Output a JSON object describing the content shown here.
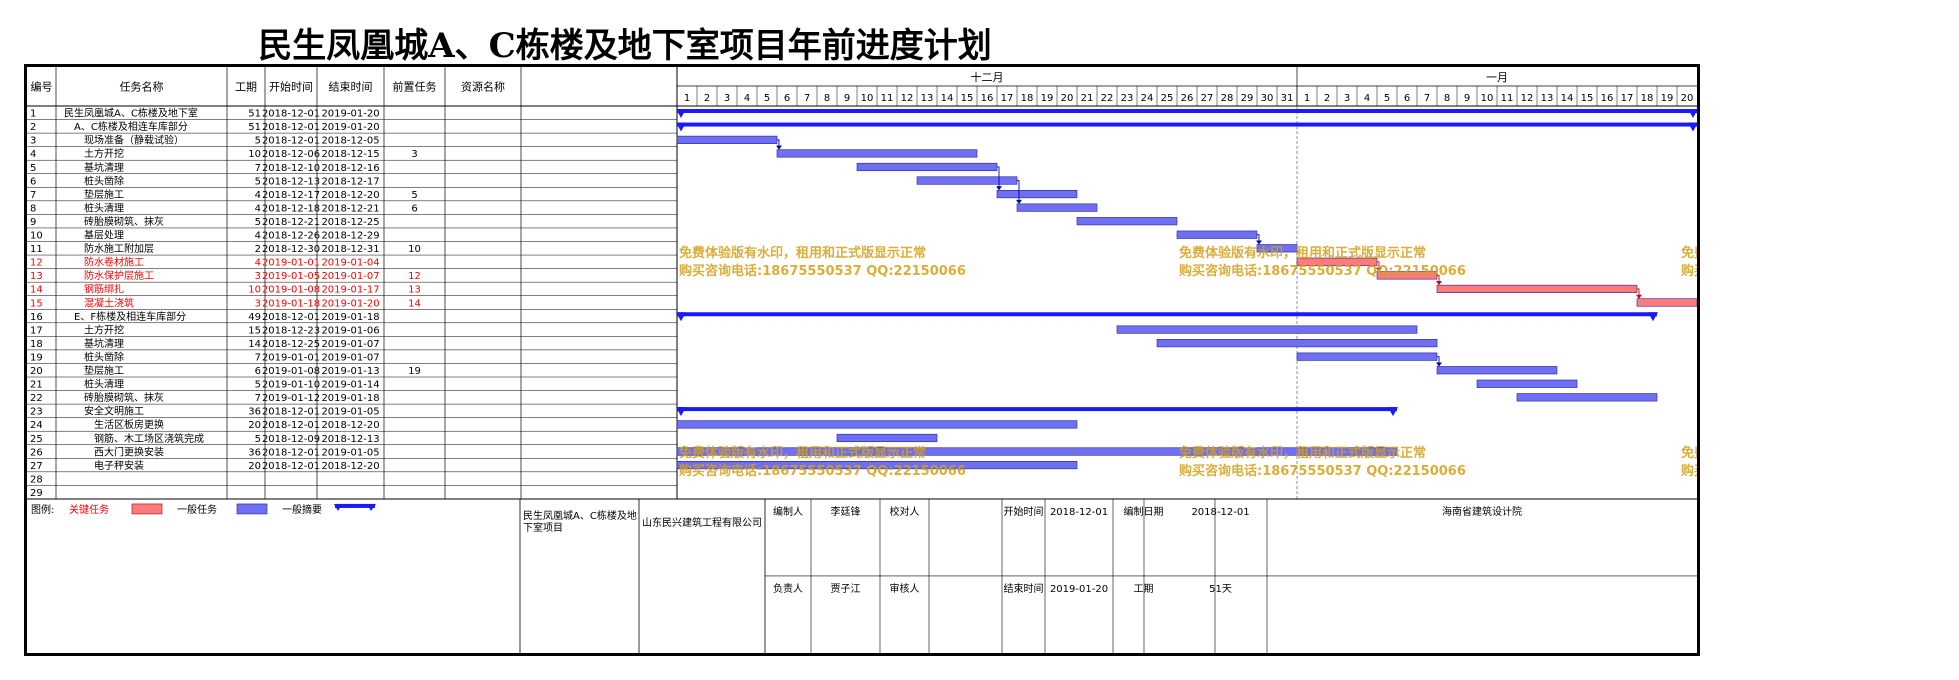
{
  "title": "民生凤凰城A、C栋楼及地下室项目年前进度计划",
  "colors": {
    "critical": "#ff7a7a",
    "normal": "#6f6ff2",
    "summary": "#1a1aff",
    "criticalText": "#ff0000",
    "watermark": "#d4a017"
  },
  "headers": {
    "id": "编号",
    "name": "任务名称",
    "duration": "工期",
    "start": "开始时间",
    "end": "结束时间",
    "pred": "前置任务",
    "resource": "资源名称"
  },
  "months": [
    {
      "label": "十二月",
      "year": 2018,
      "month": 12,
      "days": 31
    },
    {
      "label": "一月",
      "year": 2019,
      "month": 1,
      "days": 20
    }
  ],
  "timeline_start": "2018-12-01",
  "tasks": [
    {
      "id": "1",
      "name": "民生凤凰城A、C栋楼及地下室",
      "indent": 0,
      "duration": "51",
      "start": "2018-12-01",
      "end": "2019-01-20",
      "pred": "",
      "type": "summary"
    },
    {
      "id": "2",
      "name": "A、C栋楼及相连车库部分",
      "indent": 1,
      "duration": "51",
      "start": "2018-12-01",
      "end": "2019-01-20",
      "pred": "",
      "type": "summary"
    },
    {
      "id": "3",
      "name": "现场准备（静载试验）",
      "indent": 2,
      "duration": "5",
      "start": "2018-12-01",
      "end": "2018-12-05",
      "pred": "",
      "type": "normal"
    },
    {
      "id": "4",
      "name": "土方开挖",
      "indent": 2,
      "duration": "10",
      "start": "2018-12-06",
      "end": "2018-12-15",
      "pred": "3",
      "type": "normal"
    },
    {
      "id": "5",
      "name": "基坑清理",
      "indent": 2,
      "duration": "7",
      "start": "2018-12-10",
      "end": "2018-12-16",
      "pred": "",
      "type": "normal"
    },
    {
      "id": "6",
      "name": "桩头凿除",
      "indent": 2,
      "duration": "5",
      "start": "2018-12-13",
      "end": "2018-12-17",
      "pred": "",
      "type": "normal"
    },
    {
      "id": "7",
      "name": "垫层施工",
      "indent": 2,
      "duration": "4",
      "start": "2018-12-17",
      "end": "2018-12-20",
      "pred": "5",
      "type": "normal"
    },
    {
      "id": "8",
      "name": "桩头清理",
      "indent": 2,
      "duration": "4",
      "start": "2018-12-18",
      "end": "2018-12-21",
      "pred": "6",
      "type": "normal"
    },
    {
      "id": "9",
      "name": "砖胎膜砌筑、抹灰",
      "indent": 2,
      "duration": "5",
      "start": "2018-12-21",
      "end": "2018-12-25",
      "pred": "",
      "type": "normal"
    },
    {
      "id": "10",
      "name": "基层处理",
      "indent": 2,
      "duration": "4",
      "start": "2018-12-26",
      "end": "2018-12-29",
      "pred": "",
      "type": "normal"
    },
    {
      "id": "11",
      "name": "防水施工附加层",
      "indent": 2,
      "duration": "2",
      "start": "2018-12-30",
      "end": "2018-12-31",
      "pred": "10",
      "type": "normal"
    },
    {
      "id": "12",
      "name": "防水卷材施工",
      "indent": 2,
      "duration": "4",
      "start": "2019-01-01",
      "end": "2019-01-04",
      "pred": "",
      "type": "critical"
    },
    {
      "id": "13",
      "name": "防水保护层施工",
      "indent": 2,
      "duration": "3",
      "start": "2019-01-05",
      "end": "2019-01-07",
      "pred": "12",
      "type": "critical"
    },
    {
      "id": "14",
      "name": "钢筋绑扎",
      "indent": 2,
      "duration": "10",
      "start": "2019-01-08",
      "end": "2019-01-17",
      "pred": "13",
      "type": "critical"
    },
    {
      "id": "15",
      "name": "混凝土浇筑",
      "indent": 2,
      "duration": "3",
      "start": "2019-01-18",
      "end": "2019-01-20",
      "pred": "14",
      "type": "critical"
    },
    {
      "id": "16",
      "name": "E、F栋楼及相连车库部分",
      "indent": 1,
      "duration": "49",
      "start": "2018-12-01",
      "end": "2019-01-18",
      "pred": "",
      "type": "summary"
    },
    {
      "id": "17",
      "name": "土方开挖",
      "indent": 2,
      "duration": "15",
      "start": "2018-12-23",
      "end": "2019-01-06",
      "pred": "",
      "type": "normal"
    },
    {
      "id": "18",
      "name": "基坑清理",
      "indent": 2,
      "duration": "14",
      "start": "2018-12-25",
      "end": "2019-01-07",
      "pred": "",
      "type": "normal"
    },
    {
      "id": "19",
      "name": "桩头凿除",
      "indent": 2,
      "duration": "7",
      "start": "2019-01-01",
      "end": "2019-01-07",
      "pred": "",
      "type": "normal"
    },
    {
      "id": "20",
      "name": "垫层施工",
      "indent": 2,
      "duration": "6",
      "start": "2019-01-08",
      "end": "2019-01-13",
      "pred": "19",
      "type": "normal"
    },
    {
      "id": "21",
      "name": "桩头清理",
      "indent": 2,
      "duration": "5",
      "start": "2019-01-10",
      "end": "2019-01-14",
      "pred": "",
      "type": "normal"
    },
    {
      "id": "22",
      "name": "砖胎膜砌筑、抹灰",
      "indent": 2,
      "duration": "7",
      "start": "2019-01-12",
      "end": "2019-01-18",
      "pred": "",
      "type": "normal"
    },
    {
      "id": "23",
      "name": "安全文明施工",
      "indent": 2,
      "duration": "36",
      "start": "2018-12-01",
      "end": "2019-01-05",
      "pred": "",
      "type": "summary"
    },
    {
      "id": "24",
      "name": "生活区板房更换",
      "indent": 3,
      "duration": "20",
      "start": "2018-12-01",
      "end": "2018-12-20",
      "pred": "",
      "type": "normal"
    },
    {
      "id": "25",
      "name": "钢筋、木工场区浇筑完成",
      "indent": 3,
      "duration": "5",
      "start": "2018-12-09",
      "end": "2018-12-13",
      "pred": "",
      "type": "normal"
    },
    {
      "id": "26",
      "name": "西大门更换安装",
      "indent": 3,
      "duration": "36",
      "start": "2018-12-01",
      "end": "2019-01-05",
      "pred": "",
      "type": "normal"
    },
    {
      "id": "27",
      "name": "电子秤安装",
      "indent": 3,
      "duration": "20",
      "start": "2018-12-01",
      "end": "2018-12-20",
      "pred": "",
      "type": "normal"
    },
    {
      "id": "28",
      "name": "",
      "indent": 0,
      "duration": "",
      "start": "",
      "end": "",
      "pred": "",
      "type": "empty"
    },
    {
      "id": "29",
      "name": "",
      "indent": 0,
      "duration": "",
      "start": "",
      "end": "",
      "pred": "",
      "type": "empty"
    }
  ],
  "links": [
    [
      "3",
      "4"
    ],
    [
      "5",
      "7"
    ],
    [
      "6",
      "8"
    ],
    [
      "10",
      "11"
    ],
    [
      "12",
      "13"
    ],
    [
      "13",
      "14"
    ],
    [
      "14",
      "15"
    ],
    [
      "19",
      "20"
    ]
  ],
  "legend": {
    "label": "图例:",
    "critical": "关键任务",
    "normal": "一般任务",
    "summary": "一般摘要"
  },
  "footer": {
    "project": "民生凤凰城A、C栋楼及地下室项目",
    "company": "山东民兴建筑工程有限公司",
    "compiler_label": "编制人",
    "compiler": "李廷锋",
    "proofreader_label": "校对人",
    "proofreader": "",
    "owner_label": "负责人",
    "owner": "贾子江",
    "reviewer_label": "审核人",
    "reviewer": "",
    "start_label": "开始时间",
    "start": "2018-12-01",
    "end_label": "结束时间",
    "end": "2019-01-20",
    "compile_date_label": "编制日期",
    "compile_date": "2018-12-01",
    "duration_label": "工期",
    "duration": "51天",
    "institute": "海南省建筑设计院"
  },
  "watermark": {
    "line1": "免费体验版有水印，租用和正式版显示正常",
    "line2": "购买咨询电话:18675550537 QQ:22150066"
  }
}
